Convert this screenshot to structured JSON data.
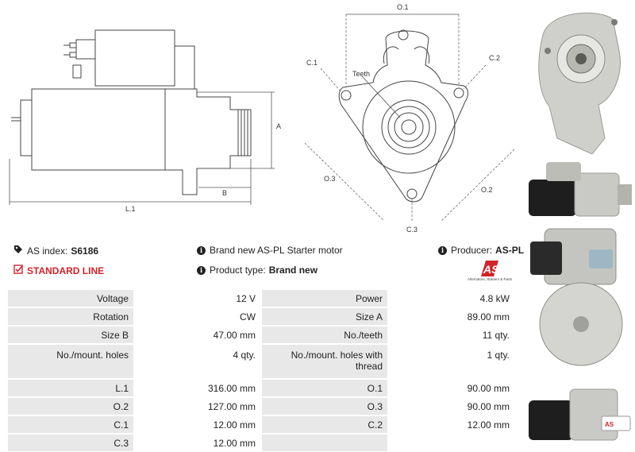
{
  "drawing_labels": {
    "A": "A",
    "B": "B",
    "L1": "L.1",
    "O1": "O.1",
    "O2": "O.2",
    "O3": "O.3",
    "C1": "C.1",
    "C2": "C.2",
    "C3": "C.3",
    "teeth": "Teeth"
  },
  "info": {
    "as_index_label": "AS index:",
    "as_index_value": "S6186",
    "line": "STANDARD LINE",
    "description": "Brand new AS-PL Starter motor",
    "product_type_label": "Product type:",
    "product_type_value": "Brand new",
    "producer_label": "Producer:",
    "producer_value": "AS-PL"
  },
  "logo": {
    "mark": "AS",
    "slogan": "Alternators, Starters & Parts",
    "color": "#d2232a"
  },
  "specs": [
    {
      "l1": "Voltage",
      "v1": "12 V",
      "l2": "Power",
      "v2": "4.8 kW"
    },
    {
      "l1": "Rotation",
      "v1": "CW",
      "l2": "Size A",
      "v2": "89.00 mm"
    },
    {
      "l1": "Size B",
      "v1": "47.00 mm",
      "l2": "No./teeth",
      "v2": "11 qty."
    },
    {
      "l1": "No./mount. holes",
      "v1": "4 qty.",
      "l2": "No./mount. holes with thread",
      "v2": "1 qty."
    },
    {
      "l1": "L.1",
      "v1": "316.00 mm",
      "l2": "O.1",
      "v2": "90.00 mm"
    },
    {
      "l1": "O.2",
      "v1": "127.00 mm",
      "l2": "O.3",
      "v2": "90.00 mm"
    },
    {
      "l1": "C.1",
      "v1": "12.00 mm",
      "l2": "C.2",
      "v2": "12.00 mm"
    },
    {
      "l1": "C.3",
      "v1": "12.00 mm",
      "l2": "",
      "v2": ""
    }
  ]
}
